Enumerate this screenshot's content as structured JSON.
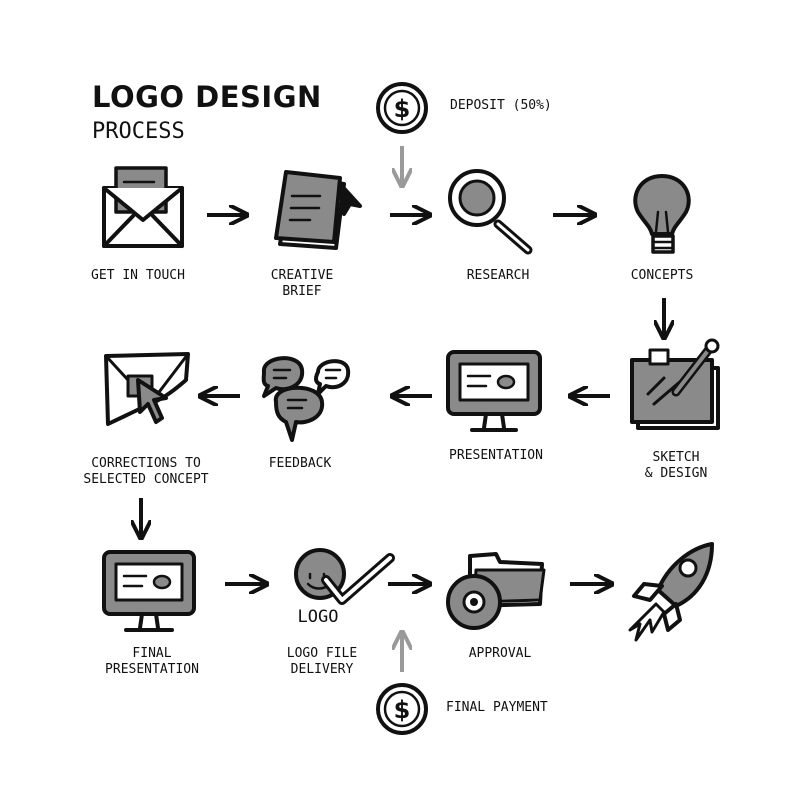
{
  "header": {
    "title": "LOGO DESIGN",
    "subtitle": "PROCESS"
  },
  "payments": {
    "deposit": "DEPOSIT (50%)",
    "final": "FINAL PAYMENT",
    "currency_symbol": "$"
  },
  "steps": [
    {
      "id": "get-in-touch",
      "label": "GET IN TOUCH",
      "icon": "envelope-icon"
    },
    {
      "id": "creative-brief",
      "label": "CREATIVE\nBRIEF",
      "icon": "documents-icon"
    },
    {
      "id": "research",
      "label": "RESEARCH",
      "icon": "magnifier-icon"
    },
    {
      "id": "concepts",
      "label": "CONCEPTS",
      "icon": "lightbulb-icon"
    },
    {
      "id": "sketch-design",
      "label": "SKETCH\n& DESIGN",
      "icon": "sketch-pad-icon"
    },
    {
      "id": "presentation",
      "label": "PRESENTATION",
      "icon": "monitor-icon"
    },
    {
      "id": "feedback",
      "label": "FEEDBACK",
      "icon": "speech-bubbles-icon"
    },
    {
      "id": "corrections",
      "label": "CORRECTIONS TO\nSELECTED CONCEPT",
      "icon": "cursor-canvas-icon"
    },
    {
      "id": "final-presentation",
      "label": "FINAL\nPRESENTATION",
      "icon": "monitor-icon"
    },
    {
      "id": "logo-file-delivery",
      "label": "LOGO FILE\nDELIVERY",
      "icon": "logo-check-icon",
      "icon_text": "LOGO"
    },
    {
      "id": "approval",
      "label": "APPROVAL",
      "icon": "folder-disc-icon"
    },
    {
      "id": "launch",
      "label": "",
      "icon": "rocket-icon"
    }
  ],
  "colors": {
    "ink": "#111111",
    "fill": "#8a8a8a",
    "light_fill": "#bdbdbd",
    "arrow_light": "#9a9a9a"
  }
}
